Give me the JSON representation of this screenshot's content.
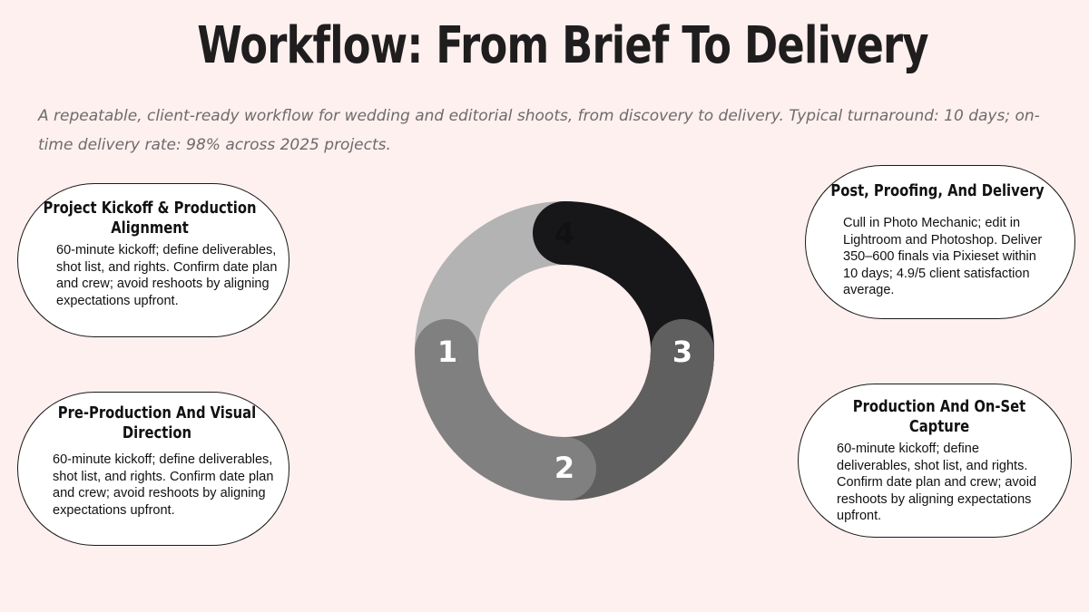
{
  "header": {
    "title": "Workflow: From Brief To Delivery",
    "subtitle": "A repeatable, client-ready workflow for wedding and editorial shoots, from discovery to delivery. Typical turnaround: 10 days; on-time delivery rate: 98% across 2025 projects."
  },
  "cards": [
    {
      "title": "Project Kickoff & Production Alignment",
      "body": "60-minute kickoff; define deliverables, shot list, and rights. Confirm date plan and crew; avoid reshoots by aligning expectations upfront."
    },
    {
      "title": "Pre-Production And Visual Direction",
      "body": "60-minute kickoff; define deliverables, shot list, and rights. Confirm date plan and crew; avoid reshoots by aligning expectations upfront."
    },
    {
      "title": "Post, Proofing, And Delivery",
      "body": "Cull in Photo Mechanic; edit in Lightroom and Photoshop. Deliver 350–600 finals via Pixieset within 10 days; 4.9/5 client satisfaction average."
    },
    {
      "title": "Production And On-Set Capture",
      "body": "60-minute kickoff; define deliverables, shot list, and rights. Confirm date plan and crew; avoid reshoots by aligning expectations upfront."
    }
  ],
  "ring": {
    "steps": [
      {
        "label": "1",
        "color": "#17171a",
        "text_color": "#ffffff"
      },
      {
        "label": "2",
        "color": "#5f5f5f",
        "text_color": "#ffffff"
      },
      {
        "label": "3",
        "color": "#808080",
        "text_color": "#ffffff"
      },
      {
        "label": "4",
        "color": "#b3b3b3",
        "text_color": "#111111"
      }
    ]
  }
}
